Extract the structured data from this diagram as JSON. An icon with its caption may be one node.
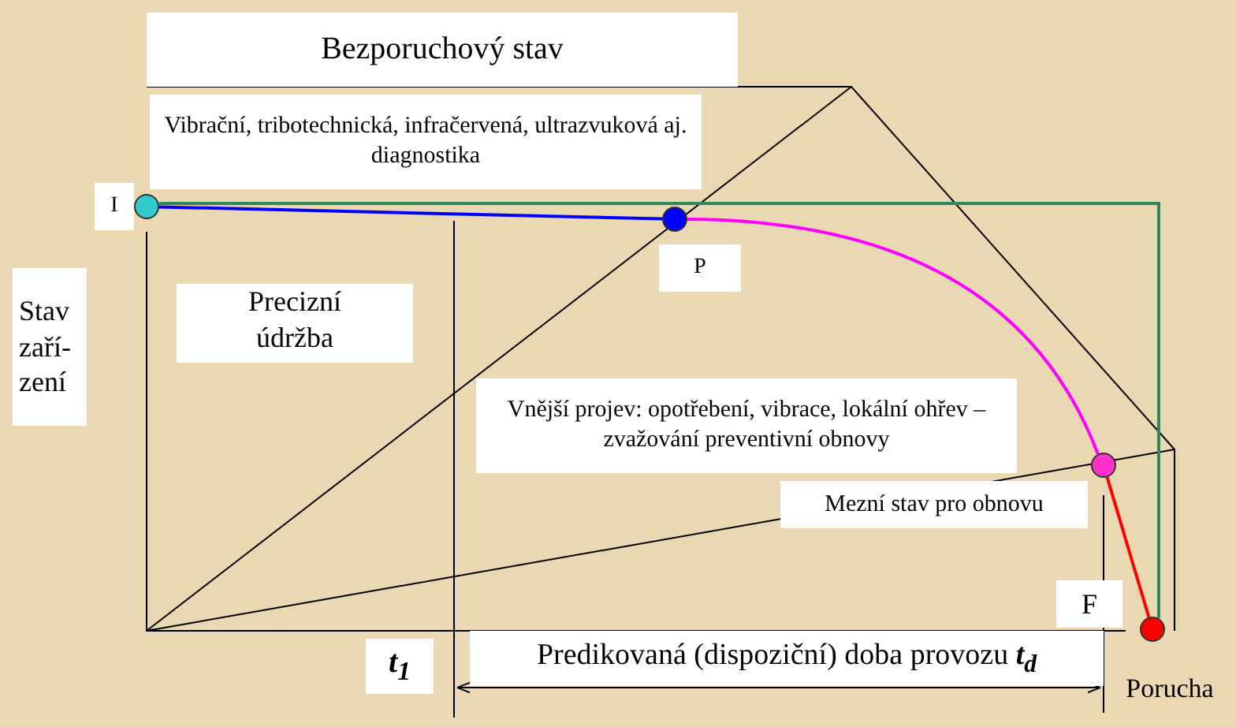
{
  "diagram": {
    "nodes": [
      {
        "text": [],
        "shape": "circle",
        "beside": [
          "I"
        ]
      },
      {
        "text": [],
        "shape": "circle",
        "beside": [
          "P"
        ]
      },
      {
        "text": [],
        "shape": "circle"
      },
      {
        "text": [],
        "shape": "circle",
        "beside": [
          "F",
          "Porucha"
        ]
      }
    ],
    "edges": [
      {
        "from": 0,
        "to": 1,
        "arrow": "none",
        "color": "#0000ff"
      },
      {
        "from": 1,
        "to": 2,
        "arrow": "none",
        "color": "#ff00ff"
      },
      {
        "from": 2,
        "to": 3,
        "arrow": "none",
        "color": "#ff0000"
      },
      {
        "from": 0,
        "to": 3,
        "arrow": "none",
        "color": "#2e8b57"
      }
    ],
    "labels": [
      "Bezporuchový stav",
      "Vibrační, tribotechnická, infračervená, ultrazvuková aj. diagnostika",
      "Stav zaří- zení",
      "Precizní údržba",
      "Vnější projev: opotřebení, vibrace, lokální ohřev – zvažování preventivní obnovy",
      "Mezní stav pro obnovu",
      "t$_{1}$",
      "Predikovaná (dispoziční) doba provozu **t**$_{d}$"
    ]
  }
}
